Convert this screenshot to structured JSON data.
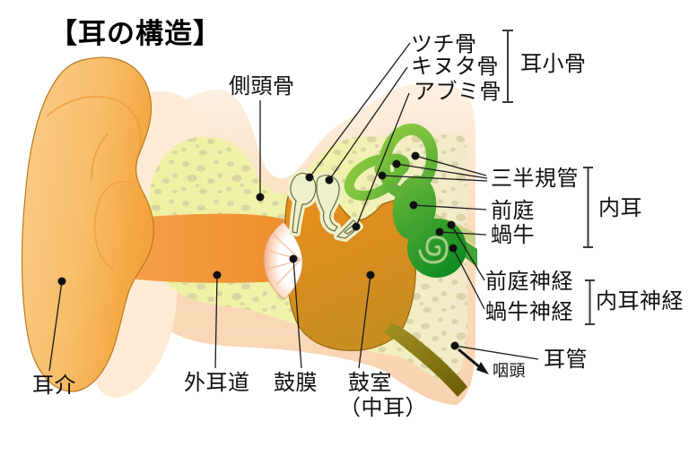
{
  "title": "【耳の構造】",
  "labels": {
    "temporal_bone": "側頭骨",
    "malleus": "ツチ骨",
    "incus": "キヌタ骨",
    "stapes": "アブミ骨",
    "ossicles": "耳小骨",
    "semicircular_canals": "三半規管",
    "vestibule": "前庭",
    "cochlea": "蝸牛",
    "inner_ear": "内耳",
    "vestibular_nerve": "前庭神経",
    "cochlear_nerve": "蝸牛神経",
    "vestibulocochlear_nerve": "内耳神経",
    "eustachian_tube": "耳管",
    "pharynx": "咽頭",
    "auricle": "耳介",
    "ear_canal": "外耳道",
    "eardrum": "鼓膜",
    "tympanic_cavity": "鼓室",
    "tympanic_cavity_sub": "（中耳）"
  },
  "colors": {
    "auricle_light": "#FACD8C",
    "auricle_dark": "#F4A43C",
    "auricle_outline": "#B87A1E",
    "skin_light": "#FDF1E3",
    "skin_dark": "#F9D4B2",
    "behind_ear_skin": "#FDEBD5",
    "bone_yellow": "#EFF2A6",
    "bone_pale": "#F1EACA",
    "bone_speckle": "#D7D0A2",
    "ear_canal_light": "#F5A049",
    "ear_canal_dark": "#EE8C2A",
    "cavity_light": "#EC8E1C",
    "cavity_dark": "#C98E20",
    "cavity_outline": "#96660D",
    "eardrum_edge": "#F3A87E",
    "ossicle_fill": "#EEF0CB",
    "ossicle_outline": "#6B6B3B",
    "inner_ear_light": "#93CC45",
    "inner_ear_dark": "#0F8B22",
    "cochlea_spiral": "#A5CE86",
    "vestibular_nerve": "#C9D188",
    "cochlear_nerve": "#3FA435",
    "tube_light": "#A29324",
    "tube_dark": "#6A5C05",
    "leader_line": "#1A1A1A",
    "text": "#111111"
  }
}
